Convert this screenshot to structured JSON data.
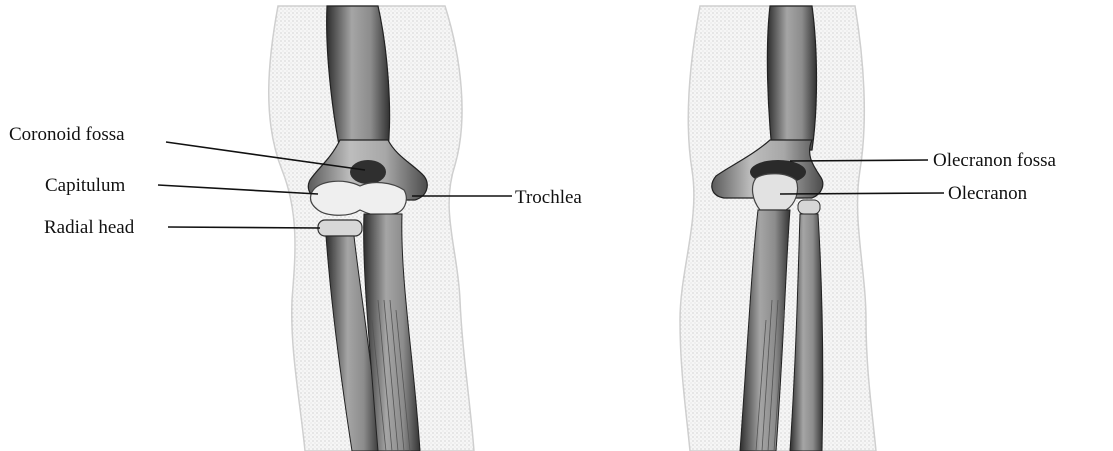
{
  "diagram": {
    "anterior_view": {
      "labels": {
        "coronoid_fossa": "Coronoid fossa",
        "capitulum": "Capitulum",
        "radial_head": "Radial head",
        "trochlea": "Trochlea"
      }
    },
    "posterior_view": {
      "labels": {
        "olecranon_fossa": "Olecranon fossa",
        "olecranon": "Olecranon"
      }
    }
  },
  "colors": {
    "bone_fill": "#bdbdbd",
    "bone_dark": "#3a3a3a",
    "joint_light": "#f2f2f2",
    "skin_outline": "#c9c9c9",
    "leader_line": "#111111"
  }
}
